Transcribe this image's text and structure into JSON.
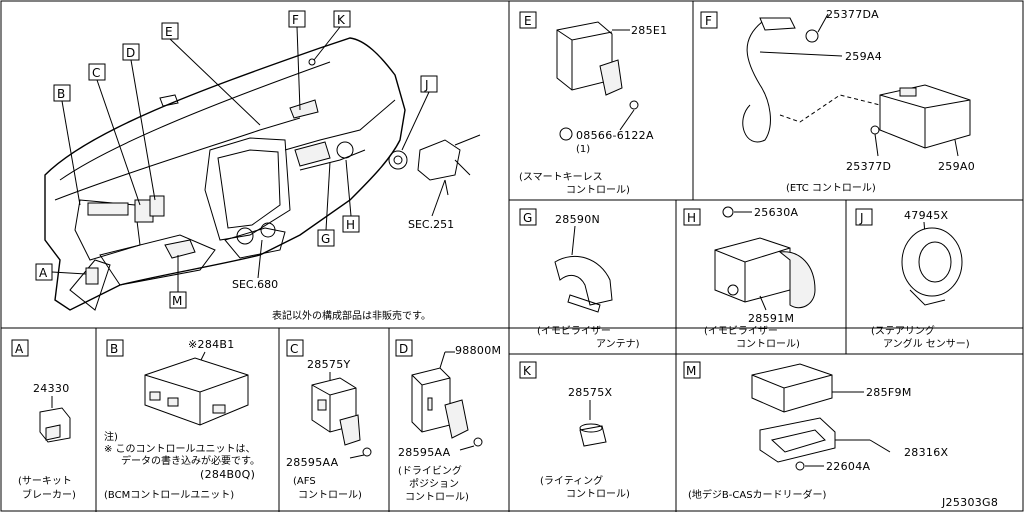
{
  "overview": {
    "callouts": [
      "B",
      "C",
      "D",
      "E",
      "F",
      "K",
      "J",
      "H",
      "G",
      "M",
      "A"
    ],
    "sec_680": "SEC.680",
    "sec_251": "SEC.251",
    "note": "表記以外の構成部品は非販売です。"
  },
  "panels": {
    "E": {
      "letter": "E",
      "pn1": "285E1",
      "pn2": "08566-6122A",
      "qty": "(1)",
      "cap1": "(スマートキーレス",
      "cap2": "コントロール)"
    },
    "F": {
      "letter": "F",
      "pn1": "25377DA",
      "pn2": "259A4",
      "pn3": "25377D",
      "pn4": "259A0",
      "cap1": "(ETC コントロール)"
    },
    "G": {
      "letter": "G",
      "pn1": "28590N",
      "cap1": "(イモビライザー",
      "cap2": "アンテナ)"
    },
    "H": {
      "letter": "H",
      "pn1": "25630A",
      "pn2": "28591M",
      "cap1": "(イモビライザー",
      "cap2": "コントロール)"
    },
    "J": {
      "letter": "J",
      "pn1": "47945X",
      "cap1": "(ステアリング",
      "cap2": "アングル センサー)"
    },
    "A": {
      "letter": "A",
      "pn1": "24330",
      "cap1": "(サーキット",
      "cap2": "ブレーカー)"
    },
    "B": {
      "letter": "B",
      "pn1": "※284B1",
      "note1": "注)",
      "note2": "※ このコントロールユニットは、",
      "note3": "データの書き込みが必要です。",
      "note4": "(284B0Q)",
      "cap1": "(BCMコントロールユニット)"
    },
    "C": {
      "letter": "C",
      "pn1": "28575Y",
      "pn2": "28595AA",
      "cap1": "(AFS",
      "cap2": "コントロール)"
    },
    "D": {
      "letter": "D",
      "pn1": "98800M",
      "pn2": "28595AA",
      "cap1": "(ドライビング",
      "cap2": "ポジション",
      "cap3": "コントロール)"
    },
    "K": {
      "letter": "K",
      "pn1": "28575X",
      "cap1": "(ライティング",
      "cap2": "コントロール)"
    },
    "M": {
      "letter": "M",
      "pn1": "285F9M",
      "pn2": "28316X",
      "pn3": "22604A",
      "cap1": "(地デジB-CASカードリーダー)"
    }
  },
  "drawing_id": "J25303G8"
}
